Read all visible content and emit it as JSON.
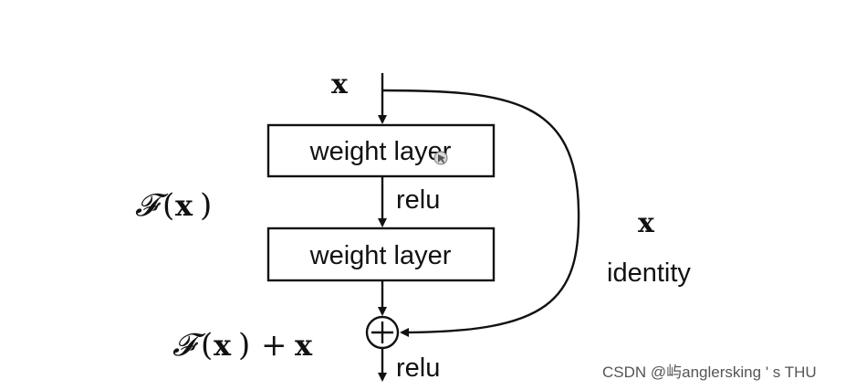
{
  "diagram": {
    "input_label": "x",
    "layer1_label": "weight layer",
    "layer2_label": "weight layer",
    "between_activation": "relu",
    "output_activation": "relu",
    "residual_label": {
      "script": "𝓕",
      "open": "(",
      "var": "x",
      "close": ")"
    },
    "sum_label": {
      "script": "𝓕",
      "open": "(",
      "var": "x",
      "close": ")",
      "plus": "+",
      "var2": "x"
    },
    "shortcut_var": "x",
    "shortcut_label": "identity",
    "add_symbol": "+"
  },
  "watermark": "CSDN @屿anglersking ' s THU",
  "colors": {
    "line": "#111111",
    "background": "#ffffff"
  }
}
